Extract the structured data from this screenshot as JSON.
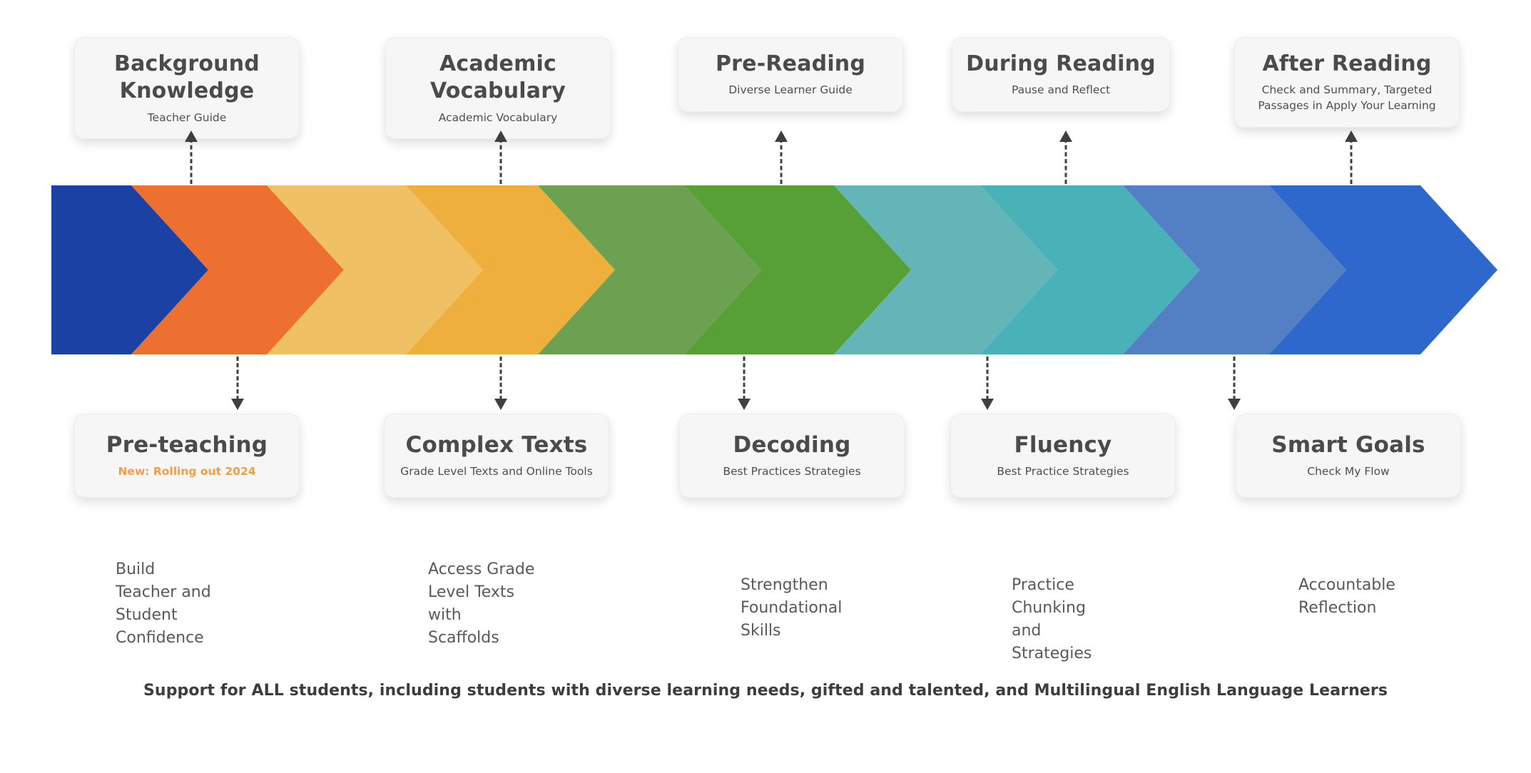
{
  "diagram": {
    "top_boxes": [
      {
        "title": "Background Knowledge",
        "subtitle": "Teacher  Guide"
      },
      {
        "title": "Academic Vocabulary",
        "subtitle": "Academic Vocabulary"
      },
      {
        "title": "Pre-Reading",
        "subtitle": "Diverse Learner Guide"
      },
      {
        "title": "During Reading",
        "subtitle": "Pause and Reflect"
      },
      {
        "title": "After Reading",
        "subtitle": "Check and Summary, Targeted\nPassages in Apply Your Learning"
      }
    ],
    "bottom_boxes": [
      {
        "title": "Pre-teaching",
        "subtitle": "New: Rolling out 2024",
        "accent": true
      },
      {
        "title": "Complex Texts",
        "subtitle": "Grade Level Texts and Online Tools"
      },
      {
        "title": "Decoding",
        "subtitle": "Best Practices Strategies"
      },
      {
        "title": "Fluency",
        "subtitle": "Best Practice Strategies"
      },
      {
        "title": "Smart Goals",
        "subtitle": "Check My Flow"
      }
    ],
    "descriptions": [
      "Build\nTeacher and\nStudent\nConfidence",
      "Access Grade\nLevel Texts\nwith\nScaffolds",
      "Strengthen\nFoundational\nSkills",
      "Practice\nChunking\nand\nStrategies",
      "Accountable\nReflection"
    ],
    "footer": "Support for ALL students, including students with diverse learning needs, gifted and talented, and Multilingual English Language Learners",
    "band_colors": [
      "#1c41a4",
      "#ed7030",
      "#f0c164",
      "#efaf3d",
      "#6ba150",
      "#57a035",
      "#64b5b8",
      "#49b2b8",
      "#537fc5",
      "#2f68cd"
    ],
    "accent_color": "#f59d3f",
    "arrow_color": "#3f3f3f"
  }
}
